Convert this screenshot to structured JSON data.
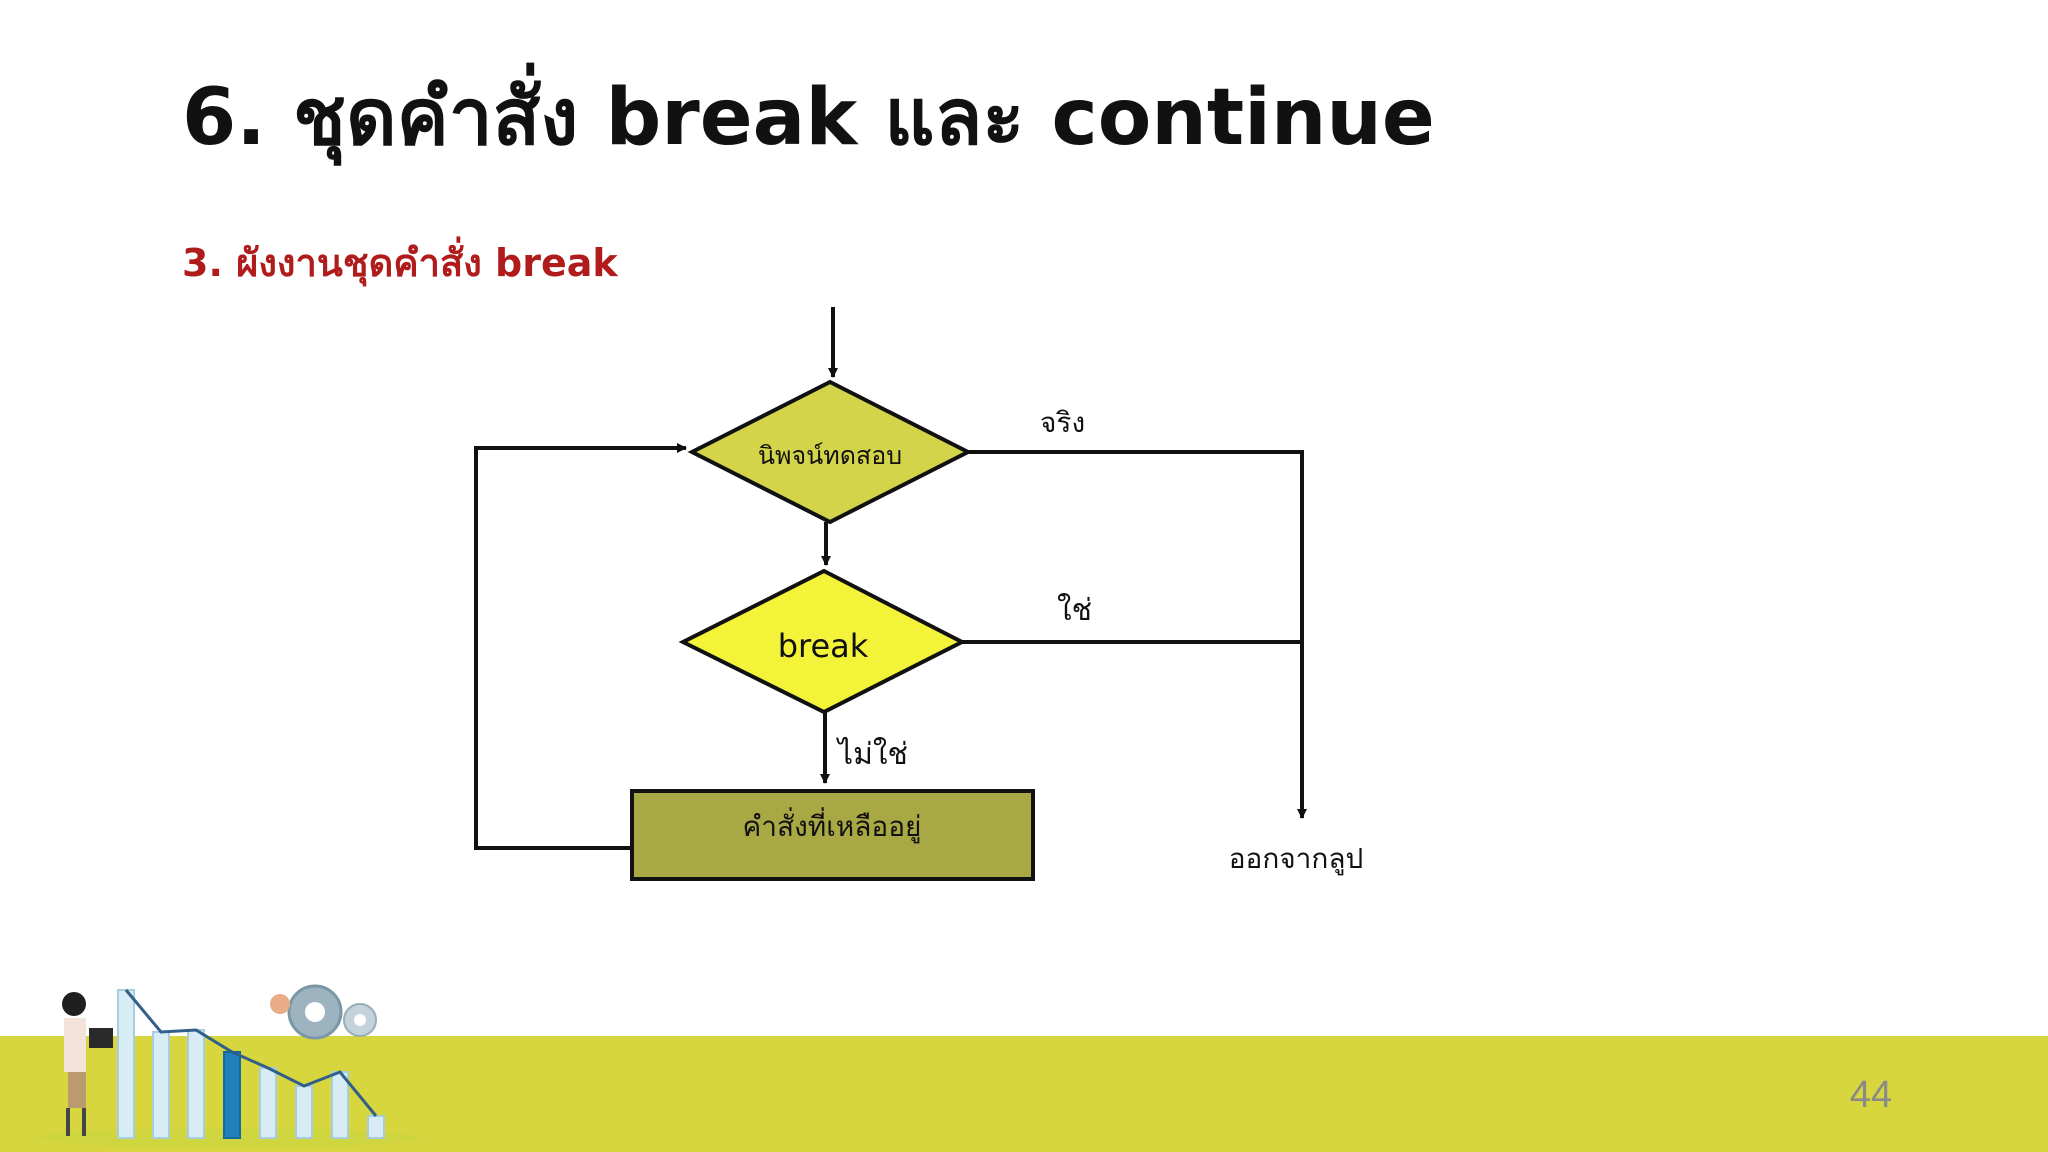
{
  "slide": {
    "title": "6. ชุดคำสั่ง break และ continue",
    "subtitle": "3. ผังงานชุดคำสั่ง break",
    "page_number": "44"
  },
  "flowchart": {
    "condition_label": "นิพจน์ทดสอบ",
    "break_label": "break",
    "statements_label": "คำสั่งที่เหลืออยู่",
    "true_label": "จริง",
    "yes_label": "ใช่",
    "no_label": "ไม่ใช่",
    "exit_label": "ออกจากลูป"
  },
  "colors": {
    "condition_fill": "#d4d44a",
    "break_fill": "#f3f33a",
    "statements_fill": "#a8a844",
    "footer_band": "#d7d63e",
    "subtitle": "#b01c1c"
  }
}
